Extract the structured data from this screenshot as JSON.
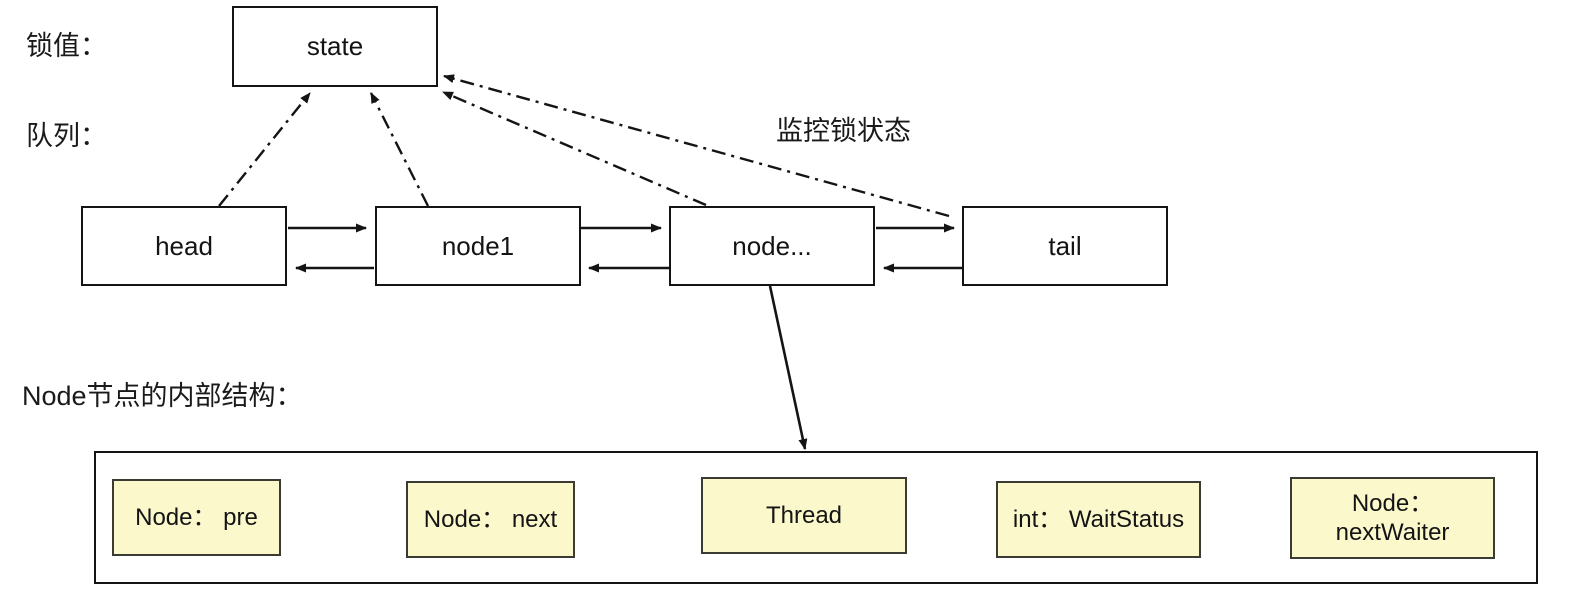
{
  "diagram": {
    "title_left_labels": [
      {
        "id": "lock-value",
        "text": "锁值："
      },
      {
        "id": "queue",
        "text": "队列："
      },
      {
        "id": "node-struct",
        "text": "Node节点的内部结构："
      }
    ],
    "annotations": [
      {
        "id": "monitor-lock-state",
        "text": "监控锁状态"
      }
    ],
    "state_box": {
      "label": "state"
    },
    "queue_nodes": [
      {
        "id": "head",
        "label": "head"
      },
      {
        "id": "node1",
        "label": "node1"
      },
      {
        "id": "node-ellipsis",
        "label": "node..."
      },
      {
        "id": "tail",
        "label": "tail"
      }
    ],
    "node_fields": [
      {
        "id": "pre",
        "lines": [
          "Node： pre"
        ]
      },
      {
        "id": "next",
        "lines": [
          "Node： next"
        ]
      },
      {
        "id": "thread",
        "lines": [
          "Thread"
        ]
      },
      {
        "id": "waitstatus",
        "lines": [
          "int： WaitStatus"
        ]
      },
      {
        "id": "nextwaiter",
        "lines": [
          "Node：",
          "nextWaiter"
        ]
      }
    ],
    "colors": {
      "stroke": "#141414",
      "field_fill": "#fbf8cc",
      "field_stroke": "#3b3b34",
      "background": "#ffffff",
      "text": "#141414"
    },
    "edges": [
      {
        "id": "head-to-node1-forward",
        "from": "head",
        "to": "node1",
        "style": "solid",
        "direction": "right"
      },
      {
        "id": "node1-to-head-back",
        "from": "node1",
        "to": "head",
        "style": "solid",
        "direction": "left"
      },
      {
        "id": "node1-to-node-forward",
        "from": "node1",
        "to": "node-ellipsis",
        "style": "solid",
        "direction": "right"
      },
      {
        "id": "node-to-node1-back",
        "from": "node-ellipsis",
        "to": "node1",
        "style": "solid",
        "direction": "left"
      },
      {
        "id": "node-to-tail-forward",
        "from": "node-ellipsis",
        "to": "tail",
        "style": "solid",
        "direction": "right"
      },
      {
        "id": "tail-to-node-back",
        "from": "tail",
        "to": "node-ellipsis",
        "style": "solid",
        "direction": "left"
      },
      {
        "id": "head-to-state",
        "from": "head",
        "to": "state",
        "style": "dash-dot",
        "direction": "up"
      },
      {
        "id": "node1-to-state",
        "from": "node1",
        "to": "state",
        "style": "dash-dot",
        "direction": "up"
      },
      {
        "id": "node-to-state",
        "from": "node-ellipsis",
        "to": "state",
        "style": "dash-dot",
        "direction": "up"
      },
      {
        "id": "tail-to-state",
        "from": "tail",
        "to": "state",
        "style": "dash-dot",
        "direction": "up"
      },
      {
        "id": "node-to-structure",
        "from": "node-ellipsis",
        "to": "node-structure-container",
        "style": "solid",
        "direction": "down"
      }
    ]
  }
}
